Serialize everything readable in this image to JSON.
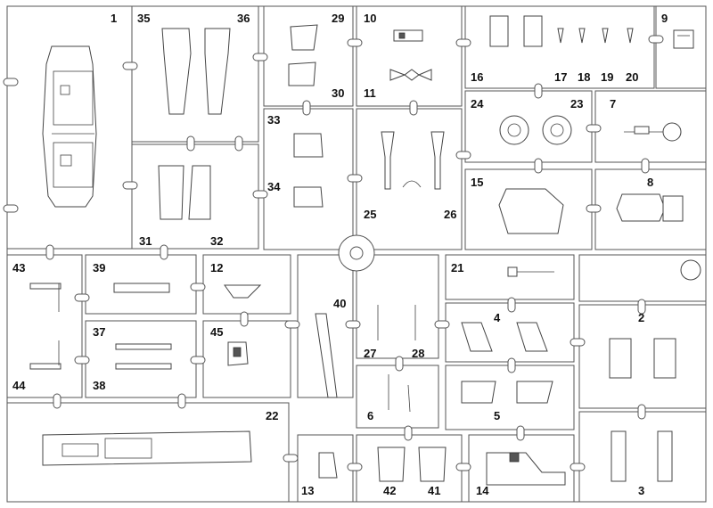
{
  "sheet": {
    "part_numbers": {
      "p1": "1",
      "p2": "2",
      "p3": "3",
      "p4": "4",
      "p5": "5",
      "p6": "6",
      "p7": "7",
      "p8": "8",
      "p9": "9",
      "p10": "10",
      "p11": "11",
      "p12": "12",
      "p13": "13",
      "p14": "14",
      "p15": "15",
      "p16": "16",
      "p17": "17",
      "p18": "18",
      "p19": "19",
      "p20": "20",
      "p21": "21",
      "p22": "22",
      "p23": "23",
      "p24": "24",
      "p25": "25",
      "p26": "26",
      "p27": "27",
      "p28": "28",
      "p29": "29",
      "p30": "30",
      "p31": "31",
      "p32": "32",
      "p33": "33",
      "p34": "34",
      "p35": "35",
      "p36": "36",
      "p37": "37",
      "p38": "38",
      "p39": "39",
      "p40": "40",
      "p41": "41",
      "p42": "42",
      "p43": "43",
      "p44": "44",
      "p45": "45"
    }
  }
}
